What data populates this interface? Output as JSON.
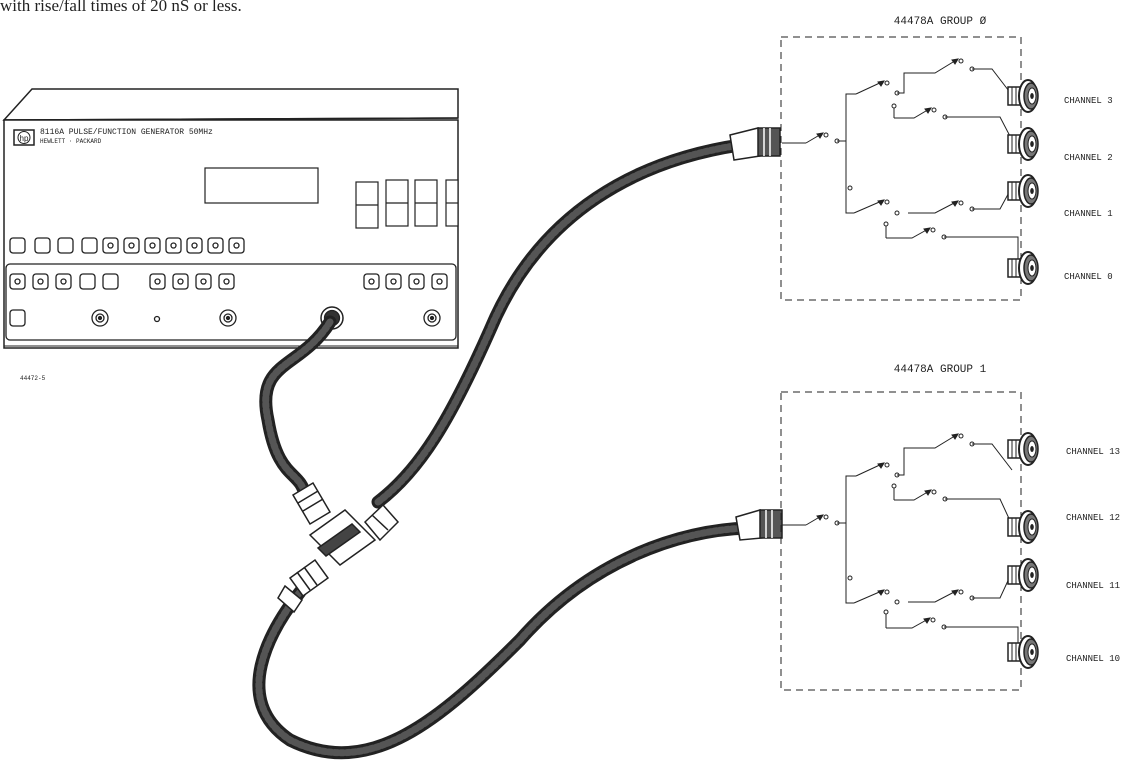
{
  "caption": "with rise/fall times of 20 nS or less.",
  "generator": {
    "logo_text": "hp",
    "model_line": "8116A PULSE/FUNCTION GENERATOR 50MHz",
    "maker_line": "HEWLETT · PACKARD"
  },
  "figure_id": "44472-5",
  "groups": [
    {
      "title": "44478A GROUP Ø",
      "channels": [
        "CHANNEL 3",
        "CHANNEL 2",
        "CHANNEL 1",
        "CHANNEL 0"
      ]
    },
    {
      "title": "44478A GROUP 1",
      "channels": [
        "CHANNEL 13",
        "CHANNEL 12",
        "CHANNEL 11",
        "CHANNEL 10"
      ]
    }
  ],
  "icons": {
    "logo": "hp-logo-icon",
    "bnc": "bnc-connector-icon",
    "switch": "relay-switch-icon",
    "tee": "bnc-tee-adapter-icon"
  }
}
